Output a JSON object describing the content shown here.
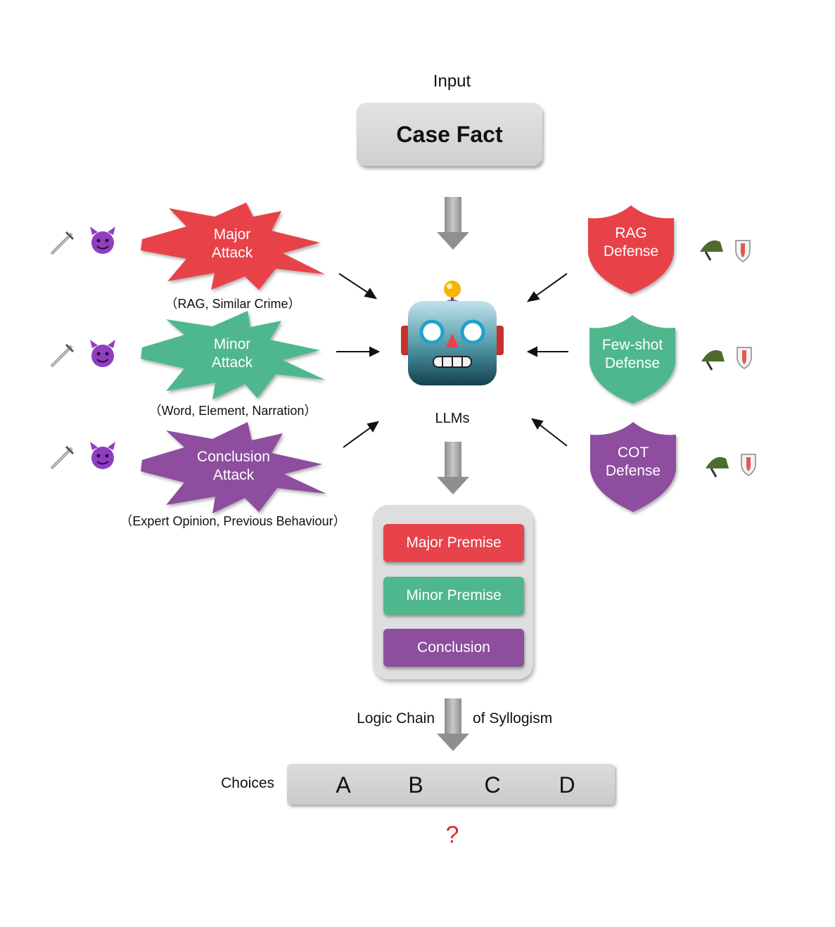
{
  "input_label": "Input",
  "case_fact": "Case Fact",
  "llm_label": "LLMs",
  "attacks": [
    {
      "line1": "Major",
      "line2": "Attack",
      "sub": "（RAG, Similar Crime）",
      "color": "#e8424a"
    },
    {
      "line1": "Minor",
      "line2": "Attack",
      "sub": "（Word, Element, Narration）",
      "color": "#4fb78d"
    },
    {
      "line1": "Conclusion",
      "line2": "Attack",
      "sub": "（Expert Opinion, Previous Behaviour）",
      "color": "#8e4e9e"
    }
  ],
  "defenses": [
    {
      "line1": "RAG",
      "line2": "Defense",
      "color": "#e8424a"
    },
    {
      "line1": "Few-shot",
      "line2": "Defense",
      "color": "#4fb78d"
    },
    {
      "line1": "COT",
      "line2": "Defense",
      "color": "#8e4e9e"
    }
  ],
  "steps": [
    {
      "label": "Major Premise",
      "color": "#e8424a"
    },
    {
      "label": "Minor Premise",
      "color": "#4fb78d"
    },
    {
      "label": "Conclusion",
      "color": "#8e4e9e"
    }
  ],
  "chain_left": "Logic Chain",
  "chain_right": "of Syllogism",
  "choices_label": "Choices",
  "choices": [
    "A",
    "B",
    "C",
    "D"
  ],
  "unknown_mark": "?",
  "icons": {
    "attack_icons": [
      "dagger-icon",
      "devil-face-icon"
    ],
    "defense_icons": [
      "military-helmet-icon",
      "shield-icon"
    ],
    "model_icon": "robot-face-icon"
  }
}
